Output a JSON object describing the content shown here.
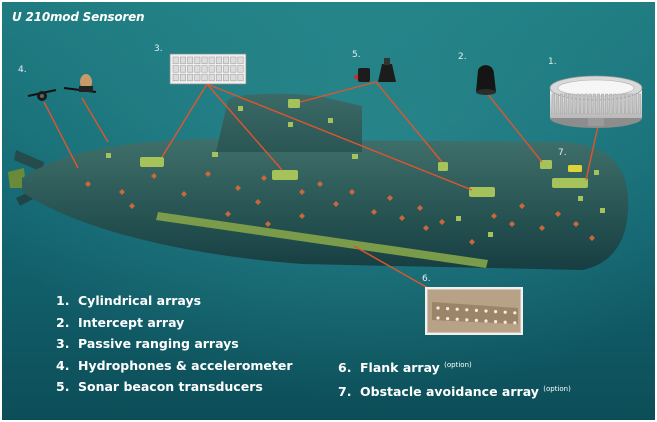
{
  "title": "U 210mod Sensoren",
  "callout_numbers": [
    "4.",
    "3.",
    "5.",
    "2.",
    "1.",
    "7.",
    "6."
  ],
  "legend_left": [
    {
      "num": "1.",
      "label": "Cylindrical arrays"
    },
    {
      "num": "2.",
      "label": "Intercept array"
    },
    {
      "num": "3.",
      "label": "Passive ranging arrays"
    },
    {
      "num": "4.",
      "label": "Hydrophones & accelerometer"
    },
    {
      "num": "5.",
      "label": "Sonar beacon transducers"
    }
  ],
  "legend_right": [
    {
      "num": "6.",
      "label": "Flank array",
      "note": "(option)"
    },
    {
      "num": "7.",
      "label": "Obstacle avoidance array",
      "note": "(option)"
    }
  ],
  "colors": {
    "water_top": "#1f7d82",
    "water_bottom": "#0c4e58",
    "hull": "#2b5a58",
    "sensor_green": "#a6c25a",
    "leader_line": "#e0552e",
    "marker": "#c9683a"
  }
}
